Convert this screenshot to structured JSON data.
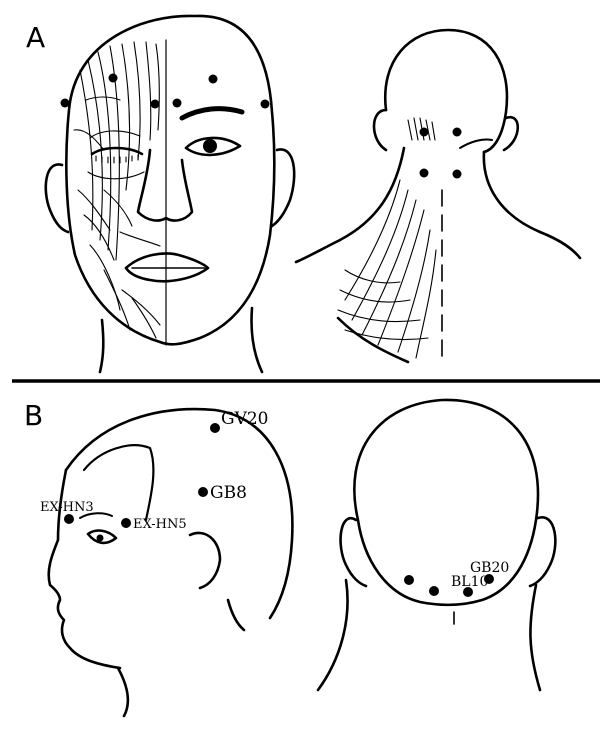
{
  "panels": {
    "a": {
      "letter": "A"
    },
    "b": {
      "letter": "B",
      "points": {
        "gv20": "GV20",
        "gb8": "GB8",
        "exhn3": "EX-HN3",
        "exhn5": "EX-HN5",
        "gb20": "GB20",
        "bl10": "BL10"
      }
    }
  }
}
